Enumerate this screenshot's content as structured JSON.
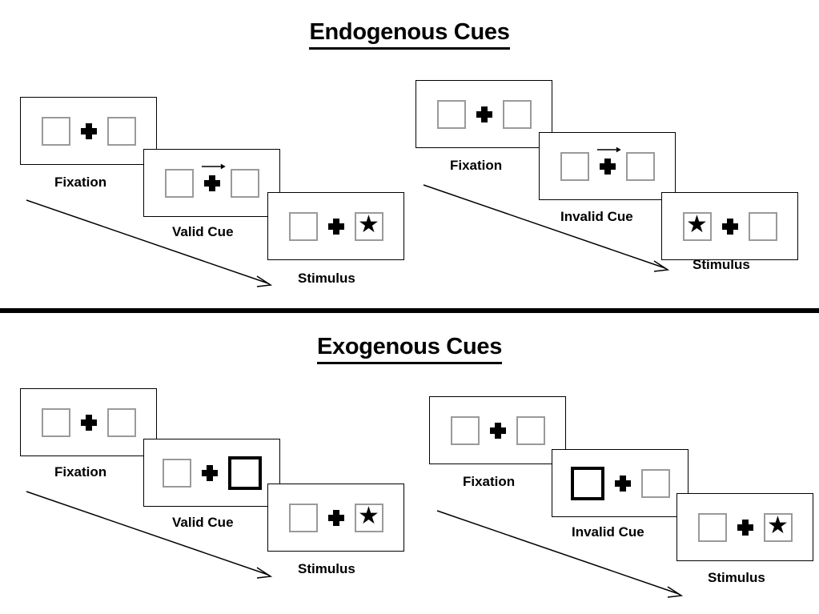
{
  "figure": {
    "sections": [
      {
        "id": "endogenous",
        "title": "Endogenous Cues",
        "cue_type": "arrow",
        "columns": [
          {
            "id": "endogenous-valid",
            "cue_label": "Valid Cue",
            "steps": [
              {
                "name": "fixation",
                "caption": "Fixation",
                "left_box": "empty",
                "right_box": "empty",
                "cue": "none"
              },
              {
                "name": "cue",
                "caption": "Valid Cue",
                "left_box": "empty",
                "right_box": "empty",
                "cue": "arrow-right"
              },
              {
                "name": "stimulus",
                "caption": "Stimulus",
                "left_box": "empty",
                "right_box": "star",
                "cue": "none"
              }
            ]
          },
          {
            "id": "endogenous-invalid",
            "cue_label": "Invalid Cue",
            "steps": [
              {
                "name": "fixation",
                "caption": "Fixation",
                "left_box": "empty",
                "right_box": "empty",
                "cue": "none"
              },
              {
                "name": "cue",
                "caption": "Invalid Cue",
                "left_box": "empty",
                "right_box": "empty",
                "cue": "arrow-right"
              },
              {
                "name": "stimulus",
                "caption": "Stimulus",
                "left_box": "star",
                "right_box": "empty",
                "cue": "none"
              }
            ]
          }
        ]
      },
      {
        "id": "exogenous",
        "title": "Exogenous Cues",
        "cue_type": "box-flash",
        "columns": [
          {
            "id": "exogenous-valid",
            "cue_label": "Valid Cue",
            "steps": [
              {
                "name": "fixation",
                "caption": "Fixation",
                "left_box": "empty",
                "right_box": "empty",
                "cue": "none"
              },
              {
                "name": "cue",
                "caption": "Valid Cue",
                "left_box": "empty",
                "right_box": "highlight",
                "cue": "none"
              },
              {
                "name": "stimulus",
                "caption": "Stimulus",
                "left_box": "empty",
                "right_box": "star",
                "cue": "none"
              }
            ]
          },
          {
            "id": "exogenous-invalid",
            "cue_label": "Invalid Cue",
            "steps": [
              {
                "name": "fixation",
                "caption": "Fixation",
                "left_box": "empty",
                "right_box": "empty",
                "cue": "none"
              },
              {
                "name": "cue",
                "caption": "Invalid Cue",
                "left_box": "highlight",
                "right_box": "empty",
                "cue": "none"
              },
              {
                "name": "stimulus",
                "caption": "Stimulus",
                "left_box": "empty",
                "right_box": "star",
                "cue": "none"
              }
            ]
          }
        ]
      }
    ],
    "glyphs": {
      "star": "★",
      "fixation_cross": "plus-cross",
      "cue_arrow": "arrow-right"
    },
    "colors": {
      "panel_border": "#000000",
      "box_border": "#9a9a9a",
      "highlight_border": "#000000",
      "ink": "#000000",
      "background": "#ffffff"
    },
    "captions": {
      "fixation": "Fixation",
      "valid_cue": "Valid Cue",
      "invalid_cue": "Invalid Cue",
      "stimulus": "Stimulus"
    }
  }
}
